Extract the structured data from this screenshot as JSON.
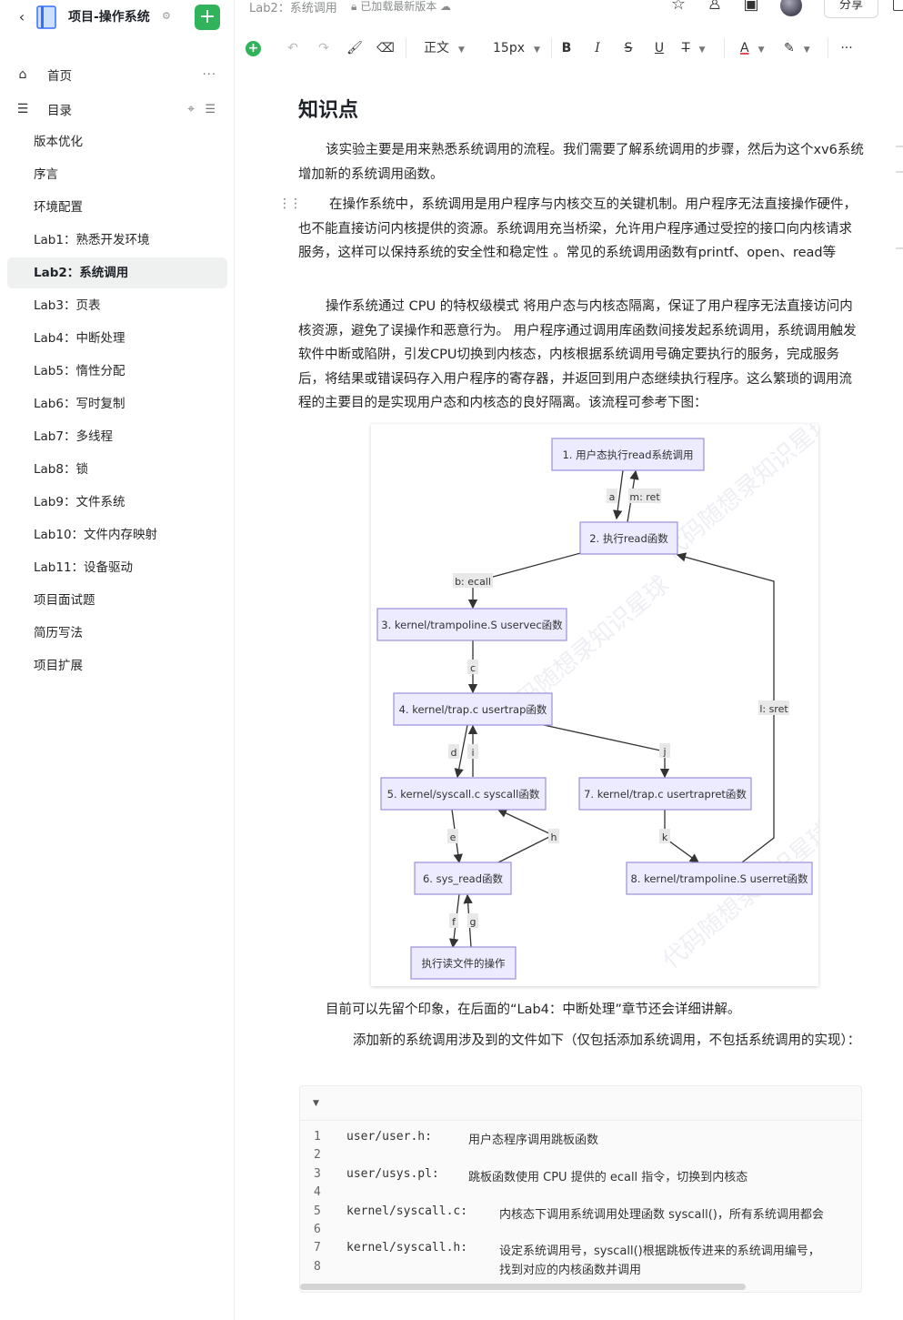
{
  "sidebar": {
    "space_title": "项目-操作系统",
    "home_label": "首页",
    "toc_label": "目录",
    "toc_items": [
      {
        "label": "版本优化"
      },
      {
        "label": "序言"
      },
      {
        "label": "环境配置"
      },
      {
        "label": "Lab1：熟悉开发环境"
      },
      {
        "label": "Lab2：系统调用",
        "active": true
      },
      {
        "label": "Lab3：页表"
      },
      {
        "label": "Lab4：中断处理"
      },
      {
        "label": "Lab5：惰性分配"
      },
      {
        "label": "Lab6：写时复制"
      },
      {
        "label": "Lab7：多线程"
      },
      {
        "label": "Lab8：锁"
      },
      {
        "label": "Lab9：文件系统"
      },
      {
        "label": "Lab10：文件内存映射"
      },
      {
        "label": "Lab11：设备驱动"
      },
      {
        "label": "项目面试题"
      },
      {
        "label": "简历写法"
      },
      {
        "label": "项目扩展"
      }
    ]
  },
  "header": {
    "breadcrumb": "Lab2：系统调用",
    "status": "已加载最新版本",
    "share_label": "分享"
  },
  "toolbar": {
    "paragraph_style": "正文",
    "font_size": "15px",
    "bold": "B",
    "italic": "I",
    "strike": "S",
    "underline": "U",
    "font_color": "A",
    "more": "···"
  },
  "doc": {
    "heading": "知识点",
    "para1": "该实验主要是用来熟悉系统调用的流程。我们需要了解系统调用的步骤，然后为这个xv6系统增加新的系统调用函数。",
    "para2": "在操作系统中，系统调用是用户程序与内核交互的关键机制。用户程序无法直接操作硬件，也不能直接访问内核提供的资源。系统调用充当桥梁，允许用户程序通过受控的接口向内核请求服务，这样可以保持系统的安全性和稳定性 。常见的系统调用函数有printf、open、read等",
    "para3": "操作系统通过 CPU 的特权级模式 将用户态与内核态隔离，保证了用户程序无法直接访问内核资源，避免了误操作和恶意行为。 用户程序通过调用库函数间接发起系统调用，系统调用触发软件中断或陷阱，引发CPU切换到内核态，内核根据系统调用号确定要执行的服务，完成服务后，将结果或错误码存入用户程序的寄存器，并返回到用户态继续执行程序。这么繁琐的调用流程的主要目的是实现用户态和内核态的良好隔离。该流程可参考下图：",
    "para4": "目前可以先留个印象，在后面的“Lab4：中断处理”章节还会详细讲解。",
    "para5": "添加新的系统调用涉及到的文件如下（仅包括添加系统调用，不包括系统调用的实现）："
  },
  "diagram": {
    "nodes": {
      "n1": "1. 用户态执行read系统调用",
      "n2": "2. 执行read函数",
      "n3": "3. kernel/trampoline.S uservec函数",
      "n4": "4. kernel/trap.c usertrap函数",
      "n5": "5. kernel/syscall.c syscall函数",
      "n6": "6. sys_read函数",
      "n7": "7. kernel/trap.c usertrapret函数",
      "n8": "8. kernel/trampoline.S userret函数",
      "n9": "执行读文件的操作"
    },
    "edges": {
      "a": "a",
      "m": "m: ret",
      "b": "b: ecall",
      "c": "c",
      "d": "d",
      "i": "i",
      "j": "j",
      "l": "l: sret",
      "e": "e",
      "h": "h",
      "k": "k",
      "f": "f",
      "g": "g"
    },
    "watermark": "代码随想录知识星球"
  },
  "code": {
    "lines": [
      {
        "n": "1",
        "path": "user/user.h:",
        "desc": "用户态程序调用跳板函数"
      },
      {
        "n": "2",
        "path": "",
        "desc": ""
      },
      {
        "n": "3",
        "path": "user/usys.pl:",
        "desc": "跳板函数使用 CPU 提供的 ecall 指令，切换到内核态"
      },
      {
        "n": "4",
        "path": "",
        "desc": ""
      },
      {
        "n": "5",
        "path": "kernel/syscall.c:",
        "desc": "内核态下调用系统调用处理函数 syscall()，所有系统调用都会"
      },
      {
        "n": "6",
        "path": "",
        "desc": ""
      },
      {
        "n": "7",
        "path": "kernel/syscall.h:",
        "desc": "设定系统调用号，syscall()根据跳板传进来的系统调用编号，"
      },
      {
        "n": "8",
        "path": "",
        "desc": "找到对应的内核函数并调用"
      }
    ]
  }
}
